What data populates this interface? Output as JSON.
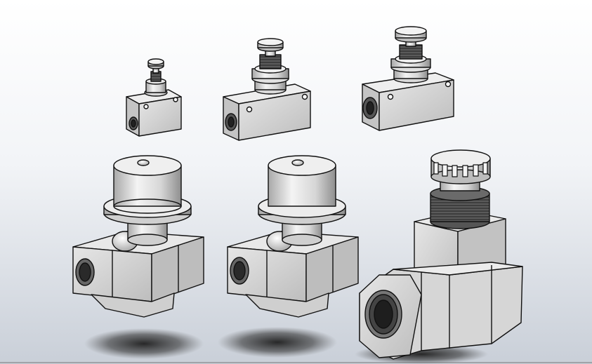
{
  "scene": {
    "parts": [
      {
        "id": "small-flow-valve",
        "kind": "flow control valve, small knurled knob, rectangular body"
      },
      {
        "id": "medium-flow-valve",
        "kind": "flow control valve, medium knurled knob, rectangular body"
      },
      {
        "id": "large-flow-valve",
        "kind": "flow control valve, large knurled knob, rectangular body"
      },
      {
        "id": "domed-regulator-left",
        "kind": "cylindrical cap regulator on hex body"
      },
      {
        "id": "domed-regulator-middle",
        "kind": "cylindrical cap regulator on hex body"
      },
      {
        "id": "inline-needle-valve",
        "kind": "knurled knob inline valve with threaded port"
      }
    ]
  },
  "colors": {
    "background_top": "#ffffff",
    "background_bottom": "#c9cfd8",
    "metal_light": "#eeeeee",
    "metal_mid": "#cfcfcf",
    "metal_dark": "#9a9a9a",
    "outline": "#111111",
    "shadow": "#2a2a2a"
  }
}
